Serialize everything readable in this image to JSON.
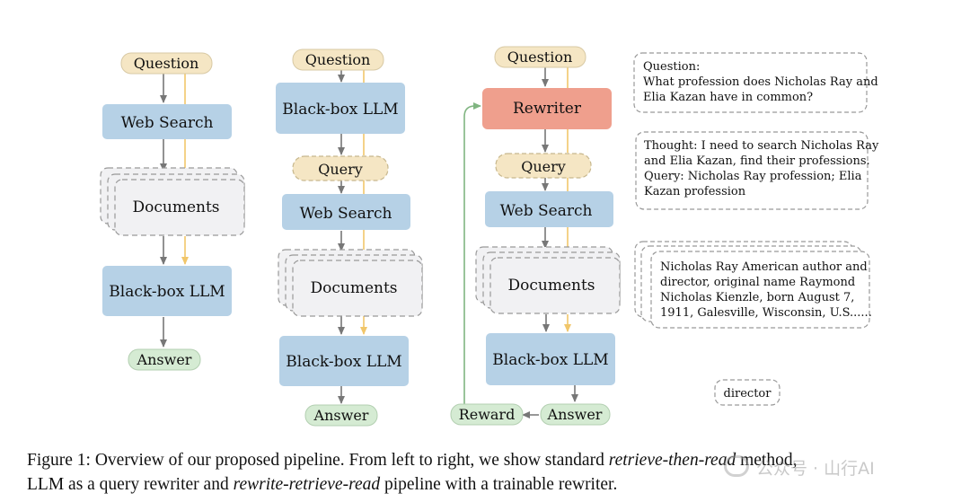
{
  "colors": {
    "input": "#f5e6c4",
    "llm": "#b6d1e6",
    "rewriter": "#ef9f8d",
    "docs": "#f1f1f3",
    "answer": "#d5ebd3",
    "arrow_gray": "#777777",
    "arrow_yellow": "#f1c66a",
    "arrow_green": "#80b581"
  },
  "pipelines": {
    "p1": {
      "question": "Question",
      "search": "Web Search",
      "documents": "Documents",
      "llm": "Black-box LLM",
      "answer": "Answer"
    },
    "p2": {
      "question": "Question",
      "llm_top": "Black-box LLM",
      "query": "Query",
      "search": "Web Search",
      "documents": "Documents",
      "llm": "Black-box LLM",
      "answer": "Answer"
    },
    "p3": {
      "question": "Question",
      "rewriter": "Rewriter",
      "query": "Query",
      "search": "Web Search",
      "documents": "Documents",
      "llm": "Black-box LLM",
      "answer": "Answer",
      "reward": "Reward"
    }
  },
  "examples": {
    "question": [
      "Question:",
      "What profession does Nicholas Ray and",
      "Elia Kazan have in common?"
    ],
    "thought": [
      "Thought: I need to search Nicholas Ray",
      "and Elia Kazan, find their professions.",
      "Query: Nicholas Ray profession; Elia",
      "Kazan profession"
    ],
    "document": [
      "Nicholas Ray American author and",
      "director, original name Raymond",
      "Nicholas Kienzle, born August 7,",
      "1911, Galesville, Wisconsin, U.S......"
    ],
    "answer": "director"
  },
  "caption": {
    "prefix": "Figure 1:  Overview of our proposed pipeline. From left to right, we show standard ",
    "italic1": "retrieve-then-read",
    "mid": " method,",
    "line2_start": "LLM as a query rewriter and ",
    "italic2": "rewrite-retrieve-read",
    "line2_end": " pipeline with a trainable rewriter."
  },
  "watermark": "公众号 · 山行AI"
}
